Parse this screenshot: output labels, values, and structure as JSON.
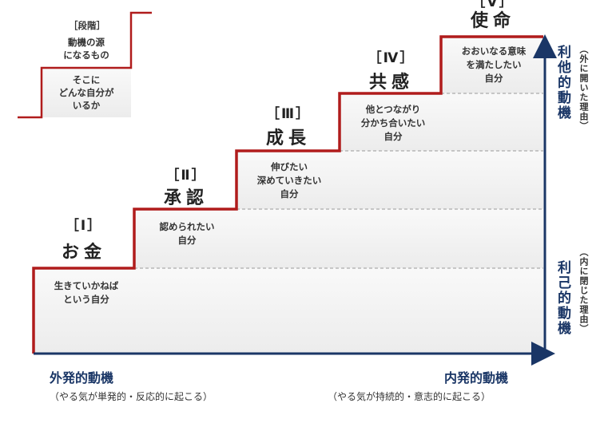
{
  "legend": {
    "header": "［段階］",
    "top_text": [
      "動機の源",
      "になるもの"
    ],
    "bottom_text": [
      "そこに",
      "どんな自分が",
      "いるか"
    ]
  },
  "stages": [
    {
      "num": "［Ⅰ］",
      "name": "お金",
      "desc": [
        "生きていかねば",
        "という自分"
      ]
    },
    {
      "num": "［Ⅱ］",
      "name": "承認",
      "desc": [
        "認められたい",
        "自分"
      ]
    },
    {
      "num": "［Ⅲ］",
      "name": "成長",
      "desc": [
        "伸びたい",
        "深めていきたい",
        "自分"
      ]
    },
    {
      "num": "［Ⅳ］",
      "name": "共感",
      "desc": [
        "他とつながり",
        "分かち合いたい",
        "自分"
      ]
    },
    {
      "num": "［Ⅴ］",
      "name": "使命",
      "desc": [
        "おおいなる意味",
        "を満たしたい",
        "自分"
      ]
    }
  ],
  "right_axis": {
    "altruistic": "利他的動機",
    "altruistic_sub": "（外に開いた理由）",
    "egoistic": "利己的動機",
    "egoistic_sub": "（内に閉じた理由）"
  },
  "bottom_axis": {
    "left": "外発的動機",
    "left_sub": "（やる気が単発的・反応的に起こる）",
    "right": "内発的動機",
    "right_sub": "（やる気が持続的・意志的に起こる）"
  },
  "colors": {
    "staircase": "#b01c1c",
    "axis": "#1a3666",
    "divider": "#999999"
  }
}
